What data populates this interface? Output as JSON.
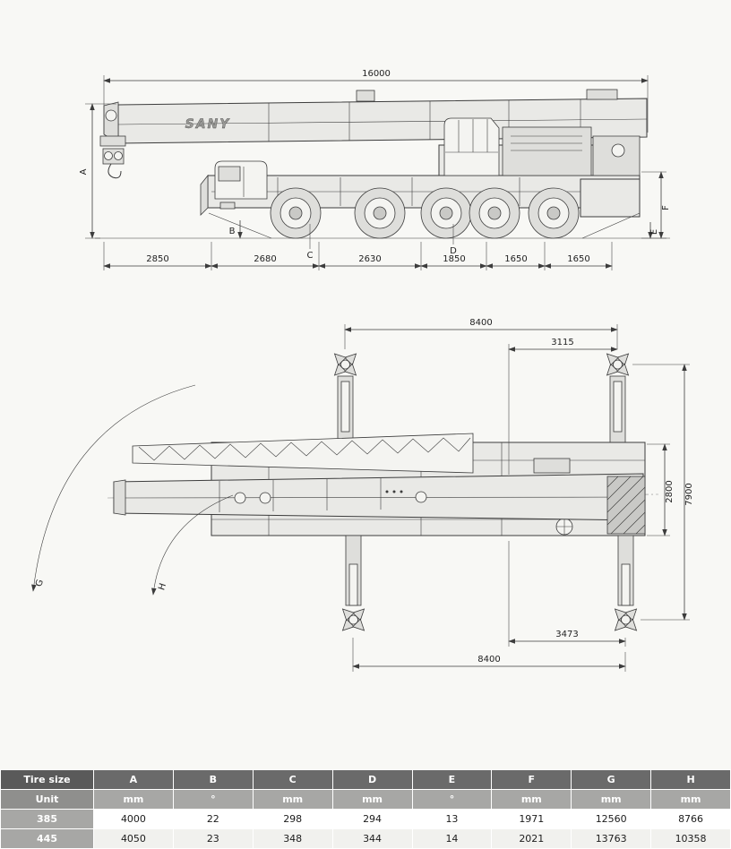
{
  "side_view": {
    "brand": "SANY",
    "dim_total_length": "16000",
    "dim_bottom": [
      "2850",
      "2680",
      "2630",
      "1850",
      "1650",
      "1650"
    ],
    "label_a": "A",
    "label_b": "B",
    "label_c": "C",
    "label_d": "D",
    "label_e": "E",
    "label_f": "F"
  },
  "top_view": {
    "dim_outrigger_span_front": "8400",
    "dim_front_offset": "3115",
    "dim_body_width": "2800",
    "dim_outrigger_length": "7900",
    "dim_rear_offset": "3473",
    "dim_outrigger_span_rear": "8400",
    "label_g": "G",
    "label_h": "H"
  },
  "table": {
    "headers": [
      "Tire size",
      "A",
      "B",
      "C",
      "D",
      "E",
      "F",
      "G",
      "H"
    ],
    "units": [
      "Unit",
      "mm",
      "°",
      "mm",
      "mm",
      "°",
      "mm",
      "mm",
      "mm"
    ],
    "rows": [
      [
        "385",
        "4000",
        "22",
        "298",
        "294",
        "13",
        "1971",
        "12560",
        "8766"
      ],
      [
        "445",
        "4050",
        "23",
        "348",
        "344",
        "14",
        "2021",
        "13763",
        "10358"
      ]
    ]
  }
}
